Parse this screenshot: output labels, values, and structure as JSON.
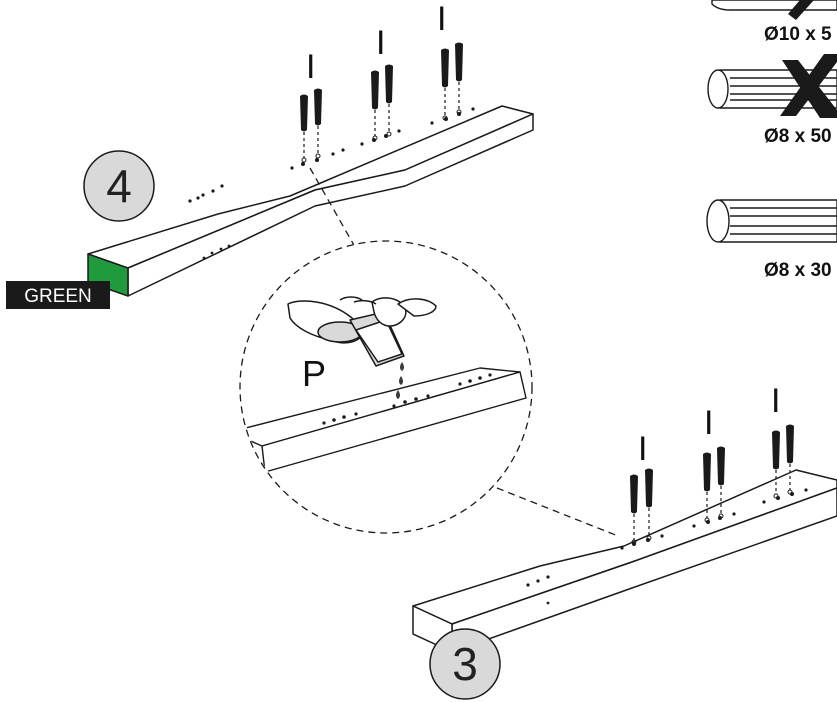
{
  "colors": {
    "green_face": "#1f9a3c",
    "circle_fill": "#d9d9d9",
    "stroke": "#1a1a1a"
  },
  "steps": {
    "top_beam_number": "4",
    "bottom_beam_number": "3"
  },
  "labels": {
    "green_tag": "GREEN",
    "glue_part": "P",
    "dowel_part": "I"
  },
  "dowels": {
    "top": "Ø10 x 5",
    "middle": "Ø8 x 50",
    "bottom": "Ø8 x 30"
  },
  "icons": {
    "dowel_top": "dowel-icon",
    "dowel_middle": "dowel-icon",
    "dowel_bottom": "dowel-icon",
    "cross_top": "cross-mark-icon",
    "cross_middle": "cross-mark-icon",
    "glue_hand": "glue-bottle-hand-icon"
  }
}
